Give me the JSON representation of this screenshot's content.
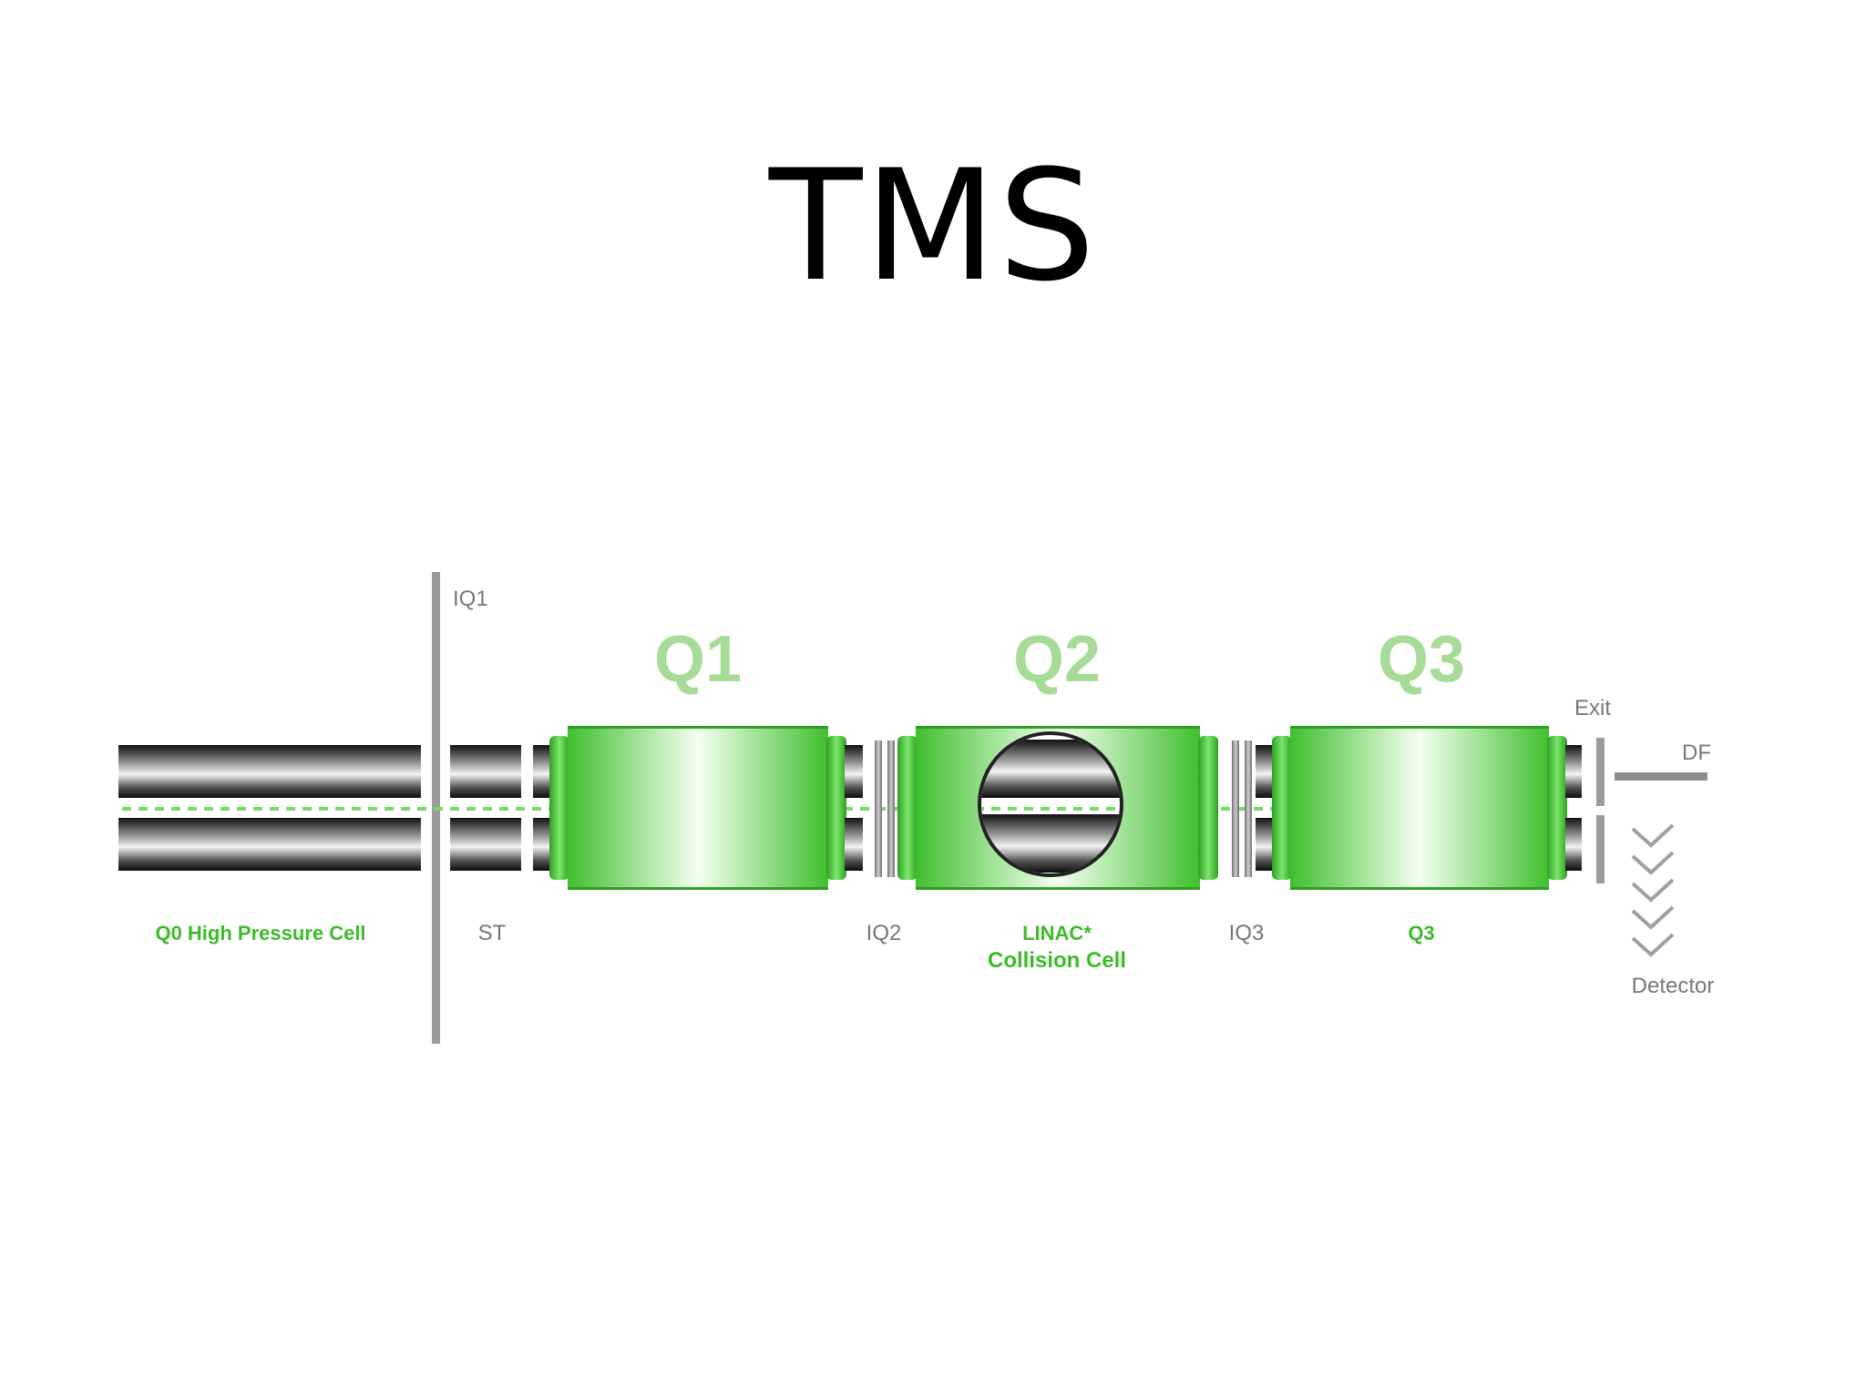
{
  "slide": {
    "title": "TMS"
  },
  "diagram": {
    "colors": {
      "green": "#5fd44e",
      "label_green": "#3dbb2a",
      "title_green": "#a6dc98",
      "gray": "#8a8a8a",
      "dark": "#1a1a1a"
    },
    "stage_titles": {
      "q1": "Q1",
      "q2": "Q2",
      "q3": "Q3"
    },
    "labels": {
      "iq1": "IQ1",
      "exit": "Exit",
      "df": "DF",
      "q0_cell": "Q0 High Pressure Cell",
      "st": "ST",
      "iq2": "IQ2",
      "linac_line1": "LINAC*",
      "linac_line2": "Collision Cell",
      "iq3": "IQ3",
      "q3_label": "Q3",
      "detector": "Detector"
    }
  }
}
